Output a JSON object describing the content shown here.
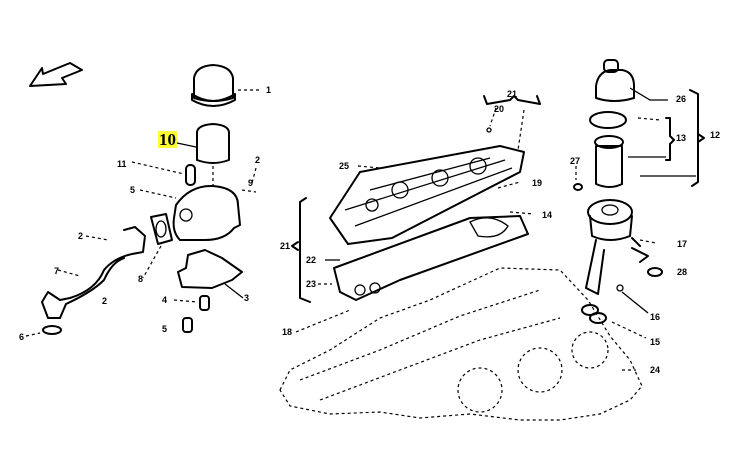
{
  "diagram": {
    "title": "Engine oil filter and cylinder head exploded parts diagram",
    "highlight_color": "#ffff33",
    "direction_arrow": "front-direction-arrow",
    "callouts": [
      {
        "id": "1",
        "text": "1",
        "part": "oil-filter-cap"
      },
      {
        "id": "10",
        "text": "10",
        "part": "oil-filter-element",
        "highlighted": true
      },
      {
        "id": "11",
        "text": "11",
        "part": "filter-bypass-valve"
      },
      {
        "id": "2a",
        "text": "2",
        "part": "bolt"
      },
      {
        "id": "9",
        "text": "9",
        "part": "bolt-washer"
      },
      {
        "id": "5a",
        "text": "5",
        "part": "filter-housing"
      },
      {
        "id": "8",
        "text": "8",
        "part": "housing-gasket"
      },
      {
        "id": "2b",
        "text": "2",
        "part": "bolt"
      },
      {
        "id": "7",
        "text": "7",
        "part": "oil-pipe"
      },
      {
        "id": "2c",
        "text": "2",
        "part": "bolt"
      },
      {
        "id": "6",
        "text": "6",
        "part": "o-ring"
      },
      {
        "id": "3",
        "text": "3",
        "part": "housing-base-gasket"
      },
      {
        "id": "4",
        "text": "4",
        "part": "plug"
      },
      {
        "id": "5b",
        "text": "5",
        "part": "seal"
      },
      {
        "id": "21a",
        "text": "21",
        "part": "cylinder-head-assembly"
      },
      {
        "id": "20",
        "text": "20",
        "part": "head-plug"
      },
      {
        "id": "25",
        "text": "25",
        "part": "head-dowel"
      },
      {
        "id": "19",
        "text": "19",
        "part": "head-gasket-seal"
      },
      {
        "id": "14",
        "text": "14",
        "part": "head-gasket"
      },
      {
        "id": "21b",
        "text": "21",
        "part": "gasket-set"
      },
      {
        "id": "22",
        "text": "22",
        "part": "dowel-pin"
      },
      {
        "id": "23",
        "text": "23",
        "part": "locating-ring"
      },
      {
        "id": "18",
        "text": "18",
        "part": "lower-gasket"
      },
      {
        "id": "26",
        "text": "26",
        "part": "filter-cap"
      },
      {
        "id": "13",
        "text": "13",
        "part": "filter-element-kit"
      },
      {
        "id": "12",
        "text": "12",
        "part": "filter-assembly"
      },
      {
        "id": "27",
        "text": "27",
        "part": "o-ring-small"
      },
      {
        "id": "17",
        "text": "17",
        "part": "clip"
      },
      {
        "id": "28",
        "text": "28",
        "part": "seal-ring"
      },
      {
        "id": "16",
        "text": "16",
        "part": "washer"
      },
      {
        "id": "15",
        "text": "15",
        "part": "o-ring-pair"
      },
      {
        "id": "24",
        "text": "24",
        "part": "engine-block"
      }
    ]
  }
}
